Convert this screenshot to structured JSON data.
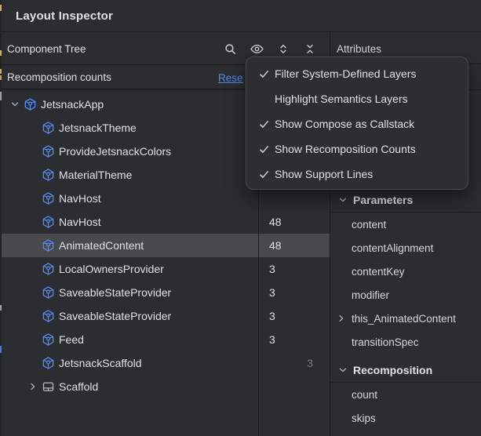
{
  "window": {
    "title": "Layout Inspector"
  },
  "colors": {
    "panel_bg": "#2b2d30",
    "separator": "#1e1f22",
    "text": "#dfe1e5",
    "dim_text": "#7b7e85",
    "accent_blue": "#548af7",
    "selection": "#47494d",
    "menu_bg": "#2c2e31",
    "menu_border": "#46484d",
    "compose_icon_blue": "#548af7"
  },
  "component_tree": {
    "header": "Component Tree",
    "toolbar_icons": [
      {
        "name": "search-icon"
      },
      {
        "name": "eye-icon"
      },
      {
        "name": "expand-all-icon"
      },
      {
        "name": "collapse-all-icon"
      }
    ],
    "recomposition_bar": {
      "label": "Recomposition counts",
      "reset_label": "Reset"
    },
    "rows": [
      {
        "label": "JetsnackApp",
        "icon": "compose-node-icon",
        "chevron": "expanded",
        "depth": 0,
        "count": "",
        "selected": false,
        "count_dim": false
      },
      {
        "label": "JetsnackTheme",
        "icon": "compose-node-icon",
        "chevron": "none",
        "depth": 1,
        "count": "",
        "selected": false,
        "count_dim": false
      },
      {
        "label": "ProvideJetsnackColors",
        "icon": "compose-node-icon",
        "chevron": "none",
        "depth": 1,
        "count": "",
        "selected": false,
        "count_dim": false
      },
      {
        "label": "MaterialTheme",
        "icon": "compose-node-icon",
        "chevron": "none",
        "depth": 1,
        "count": "",
        "selected": false,
        "count_dim": false
      },
      {
        "label": "NavHost",
        "icon": "compose-node-icon",
        "chevron": "none",
        "depth": 1,
        "count": "",
        "selected": false,
        "count_dim": false
      },
      {
        "label": "NavHost",
        "icon": "compose-node-icon",
        "chevron": "none",
        "depth": 1,
        "count": "48",
        "selected": false,
        "count_dim": false
      },
      {
        "label": "AnimatedContent",
        "icon": "compose-node-icon",
        "chevron": "none",
        "depth": 1,
        "count": "48",
        "selected": true,
        "count_dim": false
      },
      {
        "label": "LocalOwnersProvider",
        "icon": "compose-node-icon",
        "chevron": "none",
        "depth": 1,
        "count": "3",
        "selected": false,
        "count_dim": false
      },
      {
        "label": "SaveableStateProvider",
        "icon": "compose-node-icon",
        "chevron": "none",
        "depth": 1,
        "count": "3",
        "selected": false,
        "count_dim": false
      },
      {
        "label": "SaveableStateProvider",
        "icon": "compose-node-icon",
        "chevron": "none",
        "depth": 1,
        "count": "3",
        "selected": false,
        "count_dim": false
      },
      {
        "label": "Feed",
        "icon": "compose-node-icon",
        "chevron": "none",
        "depth": 1,
        "count": "3",
        "selected": false,
        "count_dim": false
      },
      {
        "label": "JetsnackScaffold",
        "icon": "compose-node-icon",
        "chevron": "none",
        "depth": 1,
        "count": "3",
        "selected": false,
        "count_dim": true
      },
      {
        "label": "Scaffold",
        "icon": "scaffold-icon",
        "chevron": "collapsed",
        "depth": 1,
        "count": "",
        "selected": false,
        "count_dim": false
      }
    ]
  },
  "view_options_menu": {
    "items": [
      {
        "label": "Filter System-Defined Layers",
        "checked": true
      },
      {
        "label": "Highlight Semantics Layers",
        "checked": false
      },
      {
        "label": "Show Compose as Callstack",
        "checked": true
      },
      {
        "label": "Show Recomposition Counts",
        "checked": true
      },
      {
        "label": "Show Support Lines",
        "checked": true
      }
    ]
  },
  "attributes": {
    "header": "Attributes",
    "sections": [
      {
        "title": "Parameters",
        "items": [
          {
            "label": "content",
            "chevron": false
          },
          {
            "label": "contentAlignment",
            "chevron": false
          },
          {
            "label": "contentKey",
            "chevron": false
          },
          {
            "label": "modifier",
            "chevron": false
          },
          {
            "label": "this_AnimatedContent",
            "chevron": true
          },
          {
            "label": "transitionSpec",
            "chevron": false
          }
        ]
      },
      {
        "title": "Recomposition",
        "items": [
          {
            "label": "count",
            "chevron": false
          },
          {
            "label": "skips",
            "chevron": false
          }
        ]
      }
    ]
  }
}
